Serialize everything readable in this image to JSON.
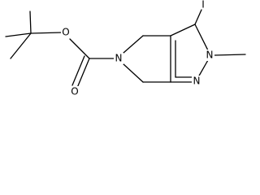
{
  "diagram": {
    "atoms": {
      "iodine": "I",
      "oxygen_ester": "O",
      "oxygen_carbonyl": "O",
      "nitrogen_ring": "N",
      "nitrogen_methyl": "N",
      "nitrogen_imine": "N"
    }
  }
}
